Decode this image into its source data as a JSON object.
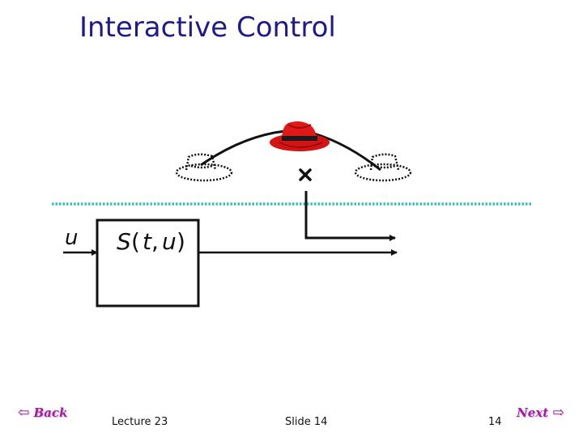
{
  "slide": {
    "title": "Interactive Control"
  },
  "diagram": {
    "input_label": "u",
    "system_label_S": "S",
    "system_label_open": "(",
    "system_label_t": "t",
    "system_label_comma": ",",
    "system_label_u": "u",
    "system_label_close": ")",
    "colors": {
      "hat": "#e01818",
      "dotted_line": "#35c0b8",
      "title": "#1e1a8c",
      "nav": "#a020a0"
    }
  },
  "footer": {
    "lecture": "Lecture 23",
    "slide": "Slide 14",
    "page_number": "14",
    "back_label": "Back",
    "next_label": "Next"
  }
}
